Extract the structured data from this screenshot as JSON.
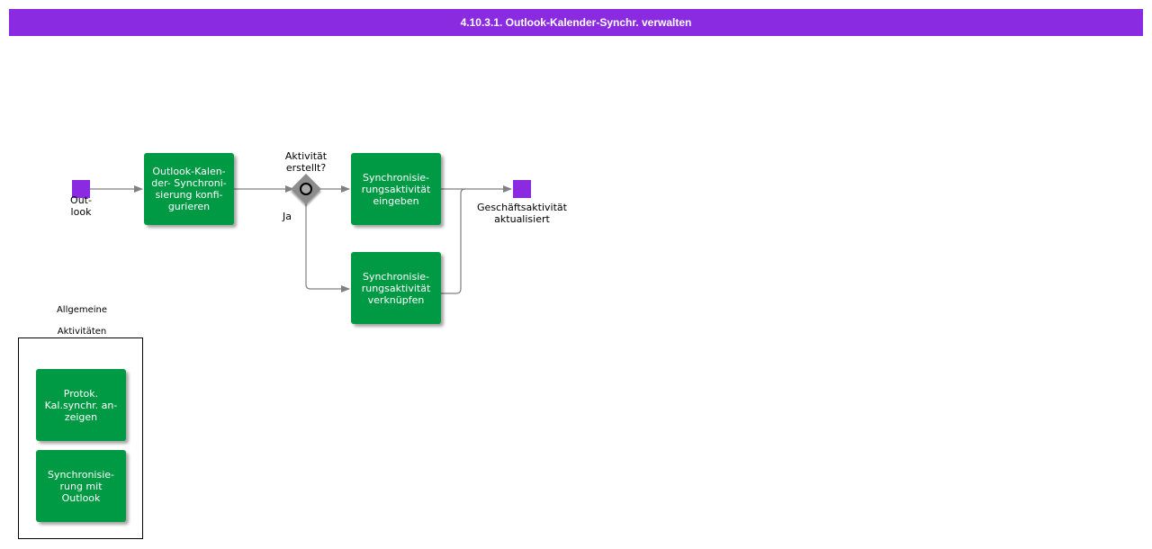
{
  "header": {
    "title": "4.10.3.1. Outlook-Kalender-Synchr. verwalten"
  },
  "process": {
    "start_event": {
      "label": "Out-\nlook"
    },
    "task_configure": {
      "label": "Outlook-Kalen-\nder- Synchroni-\nsierung  konfi-\ngurieren"
    },
    "gateway": {
      "question": "Aktivität\nerstellt?",
      "yes_label": "Ja"
    },
    "task_enter": {
      "label": "Synchronisie-\nrungsaktivität\neingeben"
    },
    "task_link": {
      "label": "Synchronisie-\nrungsaktivität\nverknüpfen"
    },
    "end_event": {
      "label": "Geschäftsaktivität\naktualisiert"
    }
  },
  "general_activities": {
    "title": "Allgemeine\n\nAktivitäten",
    "items": [
      {
        "label": "Protok.\nKal.synchr. an-\nzeigen"
      },
      {
        "label": "Synchronisie-\nrung mit Outlook"
      }
    ]
  },
  "colors": {
    "header_bg": "#8a2be2",
    "task_fill": "#009a44",
    "event_fill": "#8a2be2",
    "gateway_fill": "#8c8c8c",
    "connector": "#808080"
  }
}
